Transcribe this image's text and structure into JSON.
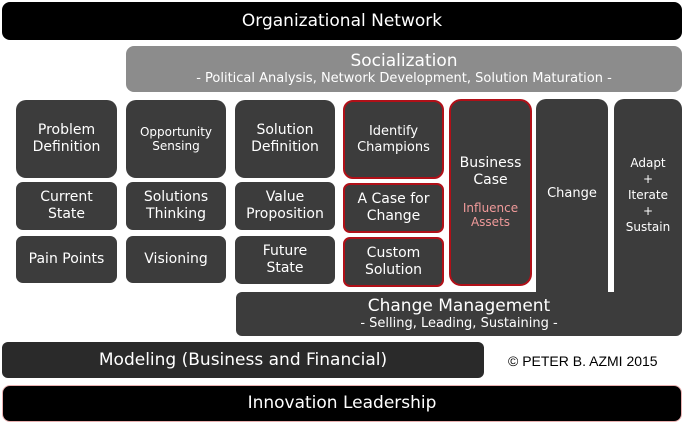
{
  "top_bar": {
    "label": "Organizational Network"
  },
  "socialization": {
    "title": "Socialization",
    "subtitle": "- Political Analysis, Network Development, Solution Maturation -"
  },
  "columns": [
    {
      "header": "Problem Definition",
      "items": [
        "Current State",
        "Pain Points"
      ]
    },
    {
      "header": "Opportunity Sensing",
      "items": [
        "Solutions Thinking",
        "Visioning"
      ]
    },
    {
      "header": "Solution Definition",
      "items": [
        "Value Proposition",
        "Future State"
      ]
    },
    {
      "header": "Identify Champions",
      "items": [
        "A Case for Change",
        "Custom Solution"
      ]
    }
  ],
  "business_case": {
    "title": "Business Case",
    "highlight": "Influence Assets"
  },
  "change": {
    "label": "Change"
  },
  "adapt": {
    "lines": [
      "Adapt",
      "+",
      "Iterate",
      "+",
      "Sustain"
    ]
  },
  "change_management": {
    "title": "Change Management",
    "subtitle": "- Selling, Leading, Sustaining -"
  },
  "modeling": {
    "label": "Modeling (Business and Financial)"
  },
  "copyright": "© PETER B. AZMI 2015",
  "innovation": {
    "label": "Innovation Leadership"
  },
  "colors": {
    "dark_box": "#3c3c3c",
    "gray_bar": "#8c8c8c",
    "red_border": "#b01018",
    "highlight_text": "#f09a9a"
  }
}
